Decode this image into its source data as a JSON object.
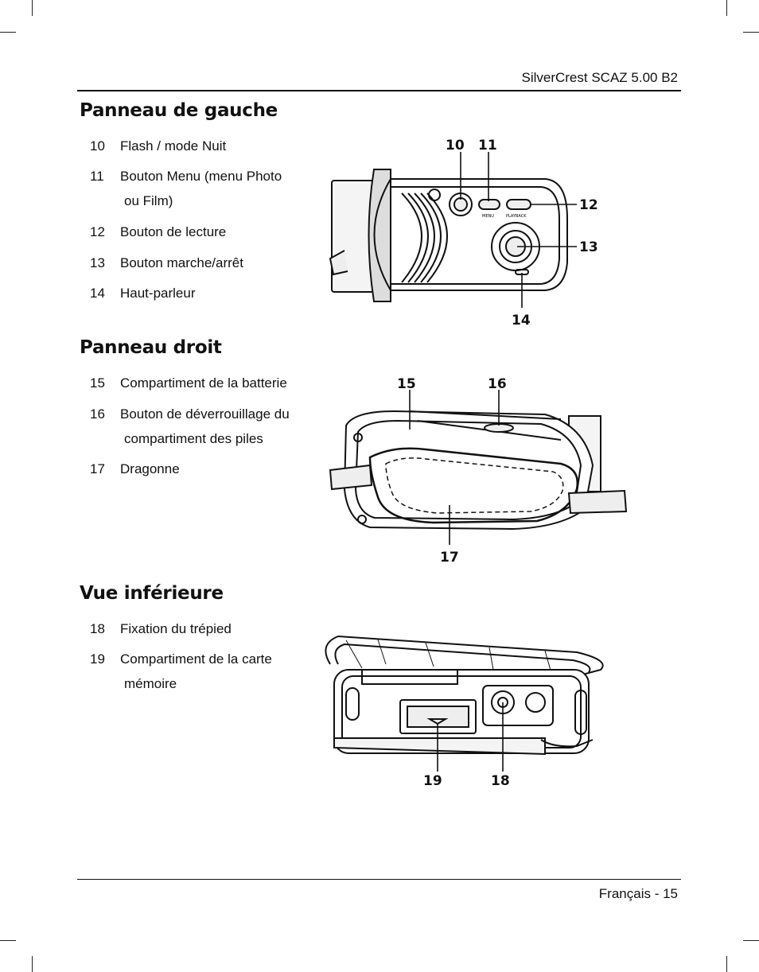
{
  "header": {
    "title": "SilverCrest SCAZ 5.00 B2"
  },
  "footer": {
    "page": "Français - 15"
  },
  "sections": [
    {
      "title": "Panneau de gauche",
      "items": [
        {
          "num": "10",
          "text": "Flash / mode Nuit",
          "cont": ""
        },
        {
          "num": "11",
          "text": "Bouton Menu (menu Photo",
          "cont": "ou Film)"
        },
        {
          "num": "12",
          "text": "Bouton de lecture",
          "cont": ""
        },
        {
          "num": "13",
          "text": "Bouton marche/arrêt",
          "cont": ""
        },
        {
          "num": "14",
          "text": "Haut-parleur",
          "cont": ""
        }
      ],
      "figure": {
        "callouts": [
          "10",
          "11",
          "12",
          "13",
          "14"
        ],
        "button_labels": {
          "menu": "MENU",
          "playback": "PLAYBACK"
        }
      }
    },
    {
      "title": "Panneau droit",
      "items": [
        {
          "num": "15",
          "text": "Compartiment de la batterie",
          "cont": ""
        },
        {
          "num": "16",
          "text": "Bouton de déverrouillage du",
          "cont": "compartiment des piles"
        },
        {
          "num": "17",
          "text": "Dragonne",
          "cont": ""
        }
      ],
      "figure": {
        "callouts": [
          "15",
          "16",
          "17"
        ]
      }
    },
    {
      "title": "Vue inférieure",
      "items": [
        {
          "num": "18",
          "text": "Fixation du trépied",
          "cont": ""
        },
        {
          "num": "19",
          "text": "Compartiment de la carte",
          "cont": "mémoire"
        }
      ],
      "figure": {
        "callouts": [
          "19",
          "18"
        ]
      }
    }
  ]
}
